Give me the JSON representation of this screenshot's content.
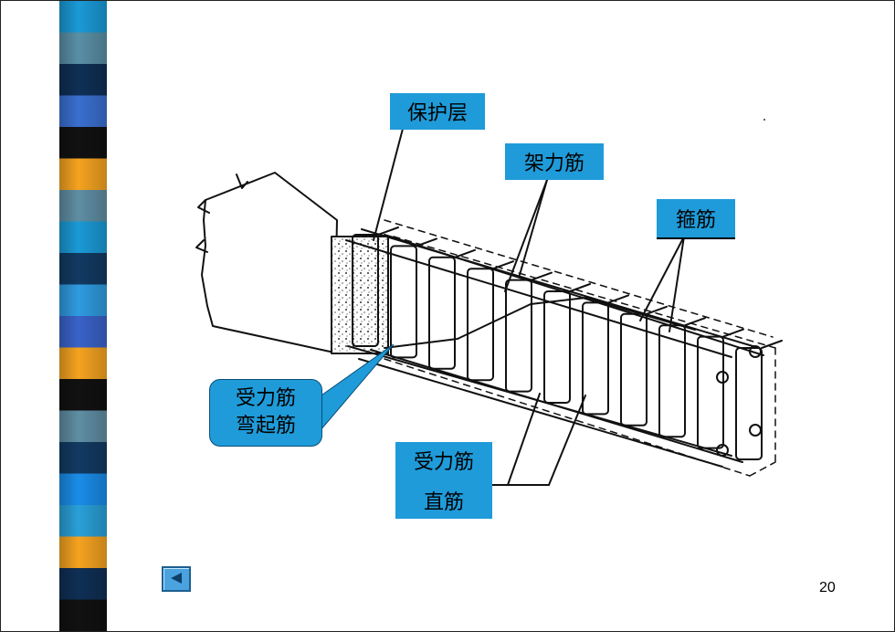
{
  "slide": {
    "page_number": "20",
    "labels": {
      "cover": "保护层",
      "erection_bar": "架力筋",
      "stirrup": "箍筋",
      "bent_line1": "受力筋",
      "bent_line2": "弯起筋",
      "straight_line1": "受力筋",
      "straight_line2": "直筋"
    },
    "nav": {
      "back_icon": "triangle-left-icon"
    },
    "strip_colors": [
      "#1a9ad6",
      "#5a8fa6",
      "#0f2f55",
      "#3a6fd0",
      "#111111",
      "#f5a320",
      "#5f8ea3",
      "#1a9ad6",
      "#123a62",
      "#2f9be0",
      "#3a62c9",
      "#f5a320",
      "#111111",
      "#5f8ea3",
      "#123a62",
      "#1a8ce8",
      "#2aa0d8",
      "#f5a320",
      "#0f2f55",
      "#111111"
    ]
  }
}
